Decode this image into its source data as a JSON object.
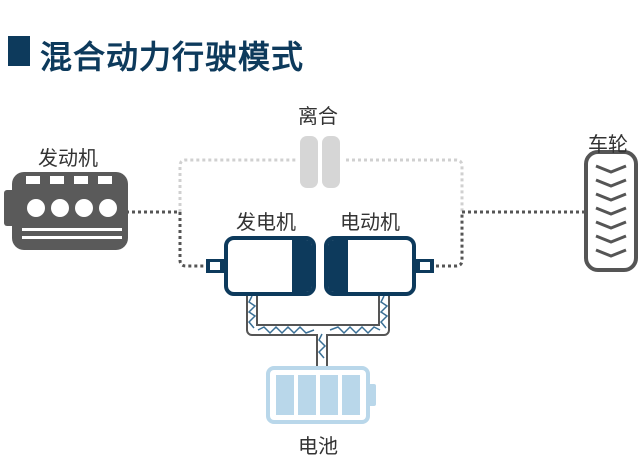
{
  "title": "混合动力行驶模式",
  "labels": {
    "clutch": "离合",
    "engine": "发动机",
    "wheel": "车轮",
    "generator": "发电机",
    "motor": "电动机",
    "battery": "电池"
  },
  "colors": {
    "title": "#0d3a5c",
    "navy": "#0d3a5c",
    "icon_gray": "#595959",
    "inactive_gray": "#d0d0d0",
    "dotted_line": "#555555",
    "battery_fill": "#b9d7ea",
    "spark": "#3a6f95"
  },
  "battery_charge_cells": 4
}
